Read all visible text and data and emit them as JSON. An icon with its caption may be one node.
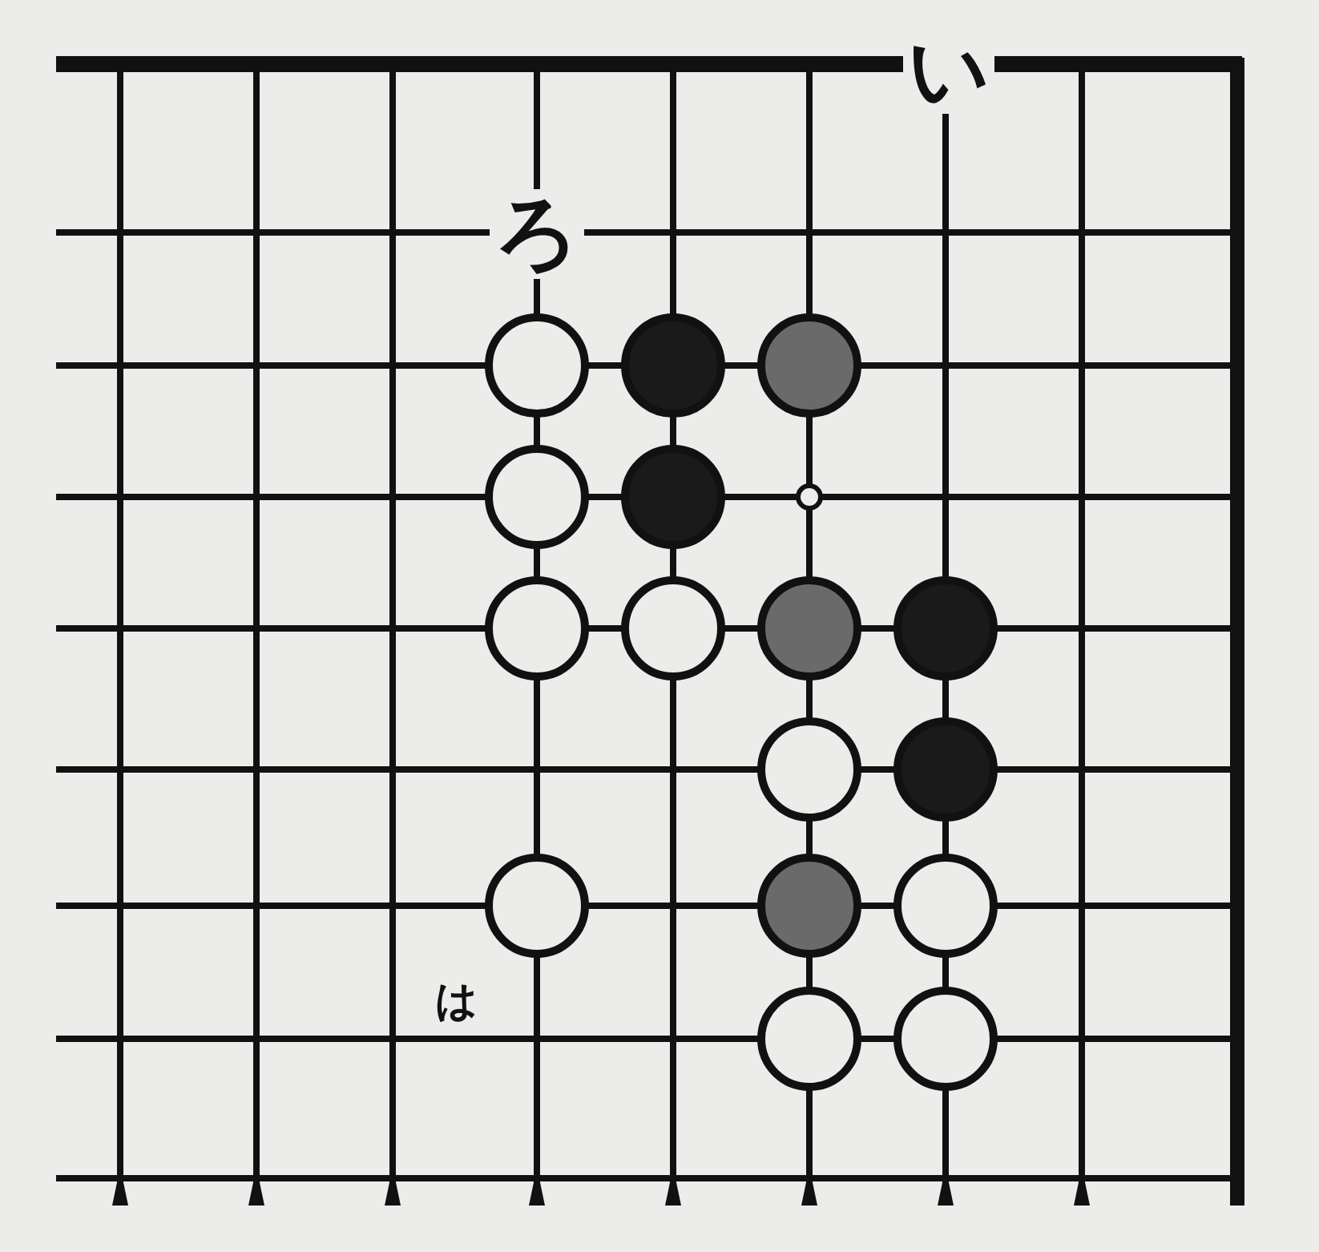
{
  "diagram": {
    "labels": [
      "い",
      "ろ",
      "は"
    ]
  }
}
